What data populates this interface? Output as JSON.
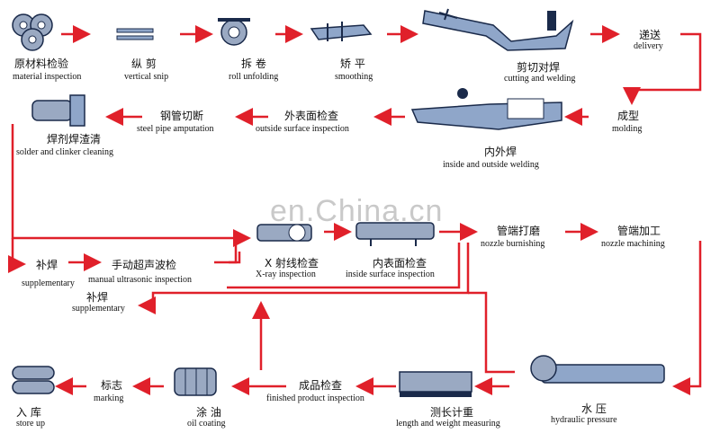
{
  "watermark": "en.China.cn",
  "steps": {
    "material_inspection": {
      "zh": "原材料检验",
      "en": "material inspection"
    },
    "vertical_snip": {
      "zh": "纵 剪",
      "en": "vertical snip"
    },
    "roll_unfolding": {
      "zh": "拆 卷",
      "en": "roll unfolding"
    },
    "smoothing": {
      "zh": "矫 平",
      "en": "smoothing"
    },
    "cutting_welding": {
      "zh": "剪切对焊",
      "en": "cutting and welding"
    },
    "delivery": {
      "zh": "递送",
      "en": "delivery"
    },
    "molding": {
      "zh": "成型",
      "en": "molding"
    },
    "inside_outside_welding": {
      "zh": "内外焊",
      "en": "inside and outside welding"
    },
    "outside_surface_inspection": {
      "zh": "外表面检查",
      "en": "outside surface inspection"
    },
    "steel_pipe_amputation": {
      "zh": "钢管切断",
      "en": "steel pipe amputation"
    },
    "solder_clinker_cleaning": {
      "zh": "焊剂焊渣清",
      "en": "solder and clinker cleaning"
    },
    "supplementary_1": {
      "zh": "补焊",
      "en": "supplementary"
    },
    "manual_ultrasonic": {
      "zh": "手动超声波检",
      "en": "manual ultrasonic inspection"
    },
    "xray_inspection": {
      "zh": "X 射线检查",
      "en": "X-ray inspection"
    },
    "inside_surface_inspection": {
      "zh": "内表面检查",
      "en": "inside surface inspection"
    },
    "nozzle_burnishing": {
      "zh": "管端打磨",
      "en": "nozzle burnishing"
    },
    "nozzle_machining": {
      "zh": "管端加工",
      "en": "nozzle machining"
    },
    "supplementary_2": {
      "zh": "补焊",
      "en": "supplementary"
    },
    "hydraulic_pressure": {
      "zh": "水 压",
      "en": "hydraulic pressure"
    },
    "length_weight": {
      "zh": "测长计重",
      "en": "length and weight measuring"
    },
    "finished_product": {
      "zh": "成品检查",
      "en": "finished product inspection"
    },
    "oil_coating": {
      "zh": "涂 油",
      "en": "oil coating"
    },
    "marking": {
      "zh": "标志",
      "en": "marking"
    },
    "store_up": {
      "zh": "入 库",
      "en": "store up"
    }
  },
  "colors": {
    "arrow": "#e0202a",
    "icon_stroke": "#1a2a4a",
    "icon_fill": "#8fa6c9"
  }
}
